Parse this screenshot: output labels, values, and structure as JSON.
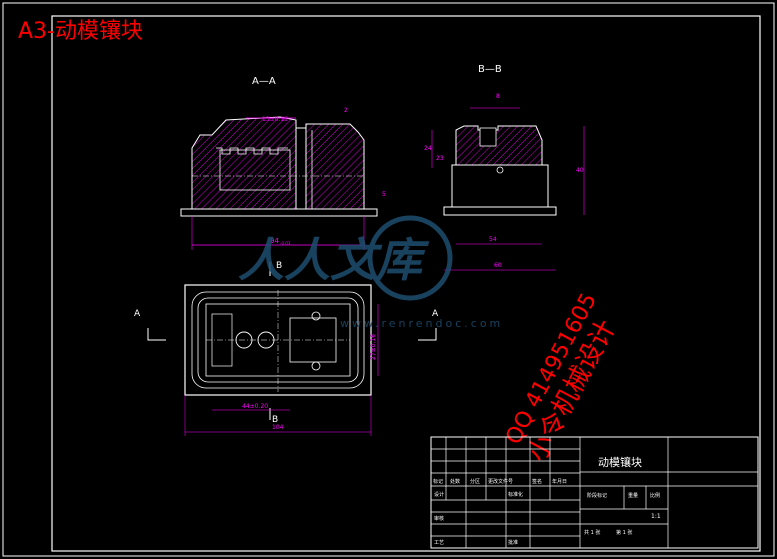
{
  "drawing": {
    "title": "A3-动模镶块",
    "views": {
      "section_aa": "A—A",
      "section_bb": "B—B",
      "cut_a": "A",
      "cut_b": "B"
    },
    "dimensions": {
      "top_step": "13±0.12",
      "small_2": "2",
      "width_aa": "94",
      "width_aa_tol": "-0.03",
      "right_5": "5",
      "b_top_8": "8",
      "b_left_24": "24",
      "b_left_23": "23",
      "b_height_40": "40",
      "b_bottom_54": "54",
      "b_bottom_60": "60",
      "plan_height": "27±0.16",
      "plan_inner": "44±0.20",
      "plan_width": "104"
    },
    "watermark": {
      "brand": "人人文库",
      "url": "www.renrendoc.com"
    },
    "stamp": {
      "qq": "QQ 414951605",
      "name": "小令机械设计"
    }
  },
  "title_block": {
    "part_name": "动模镶块",
    "headers": [
      "标记",
      "处数",
      "分区",
      "更改文件号",
      "签名",
      "年月日"
    ],
    "roles": [
      "设计",
      "标准化",
      "审核",
      "工艺",
      "批准"
    ],
    "stage_mark": "阶段标记",
    "weight": "重量",
    "scale": "比例",
    "scale_value": "1:1",
    "sheets": "共 1 张",
    "sheet_no": "第 1 张"
  },
  "colors": {
    "frame": "#ffffff",
    "outline": "#ffffff",
    "dimension": "#ff00ff",
    "hatch": "#ff00ff",
    "title": "#ff0000",
    "watermark": "#1e4e70"
  }
}
